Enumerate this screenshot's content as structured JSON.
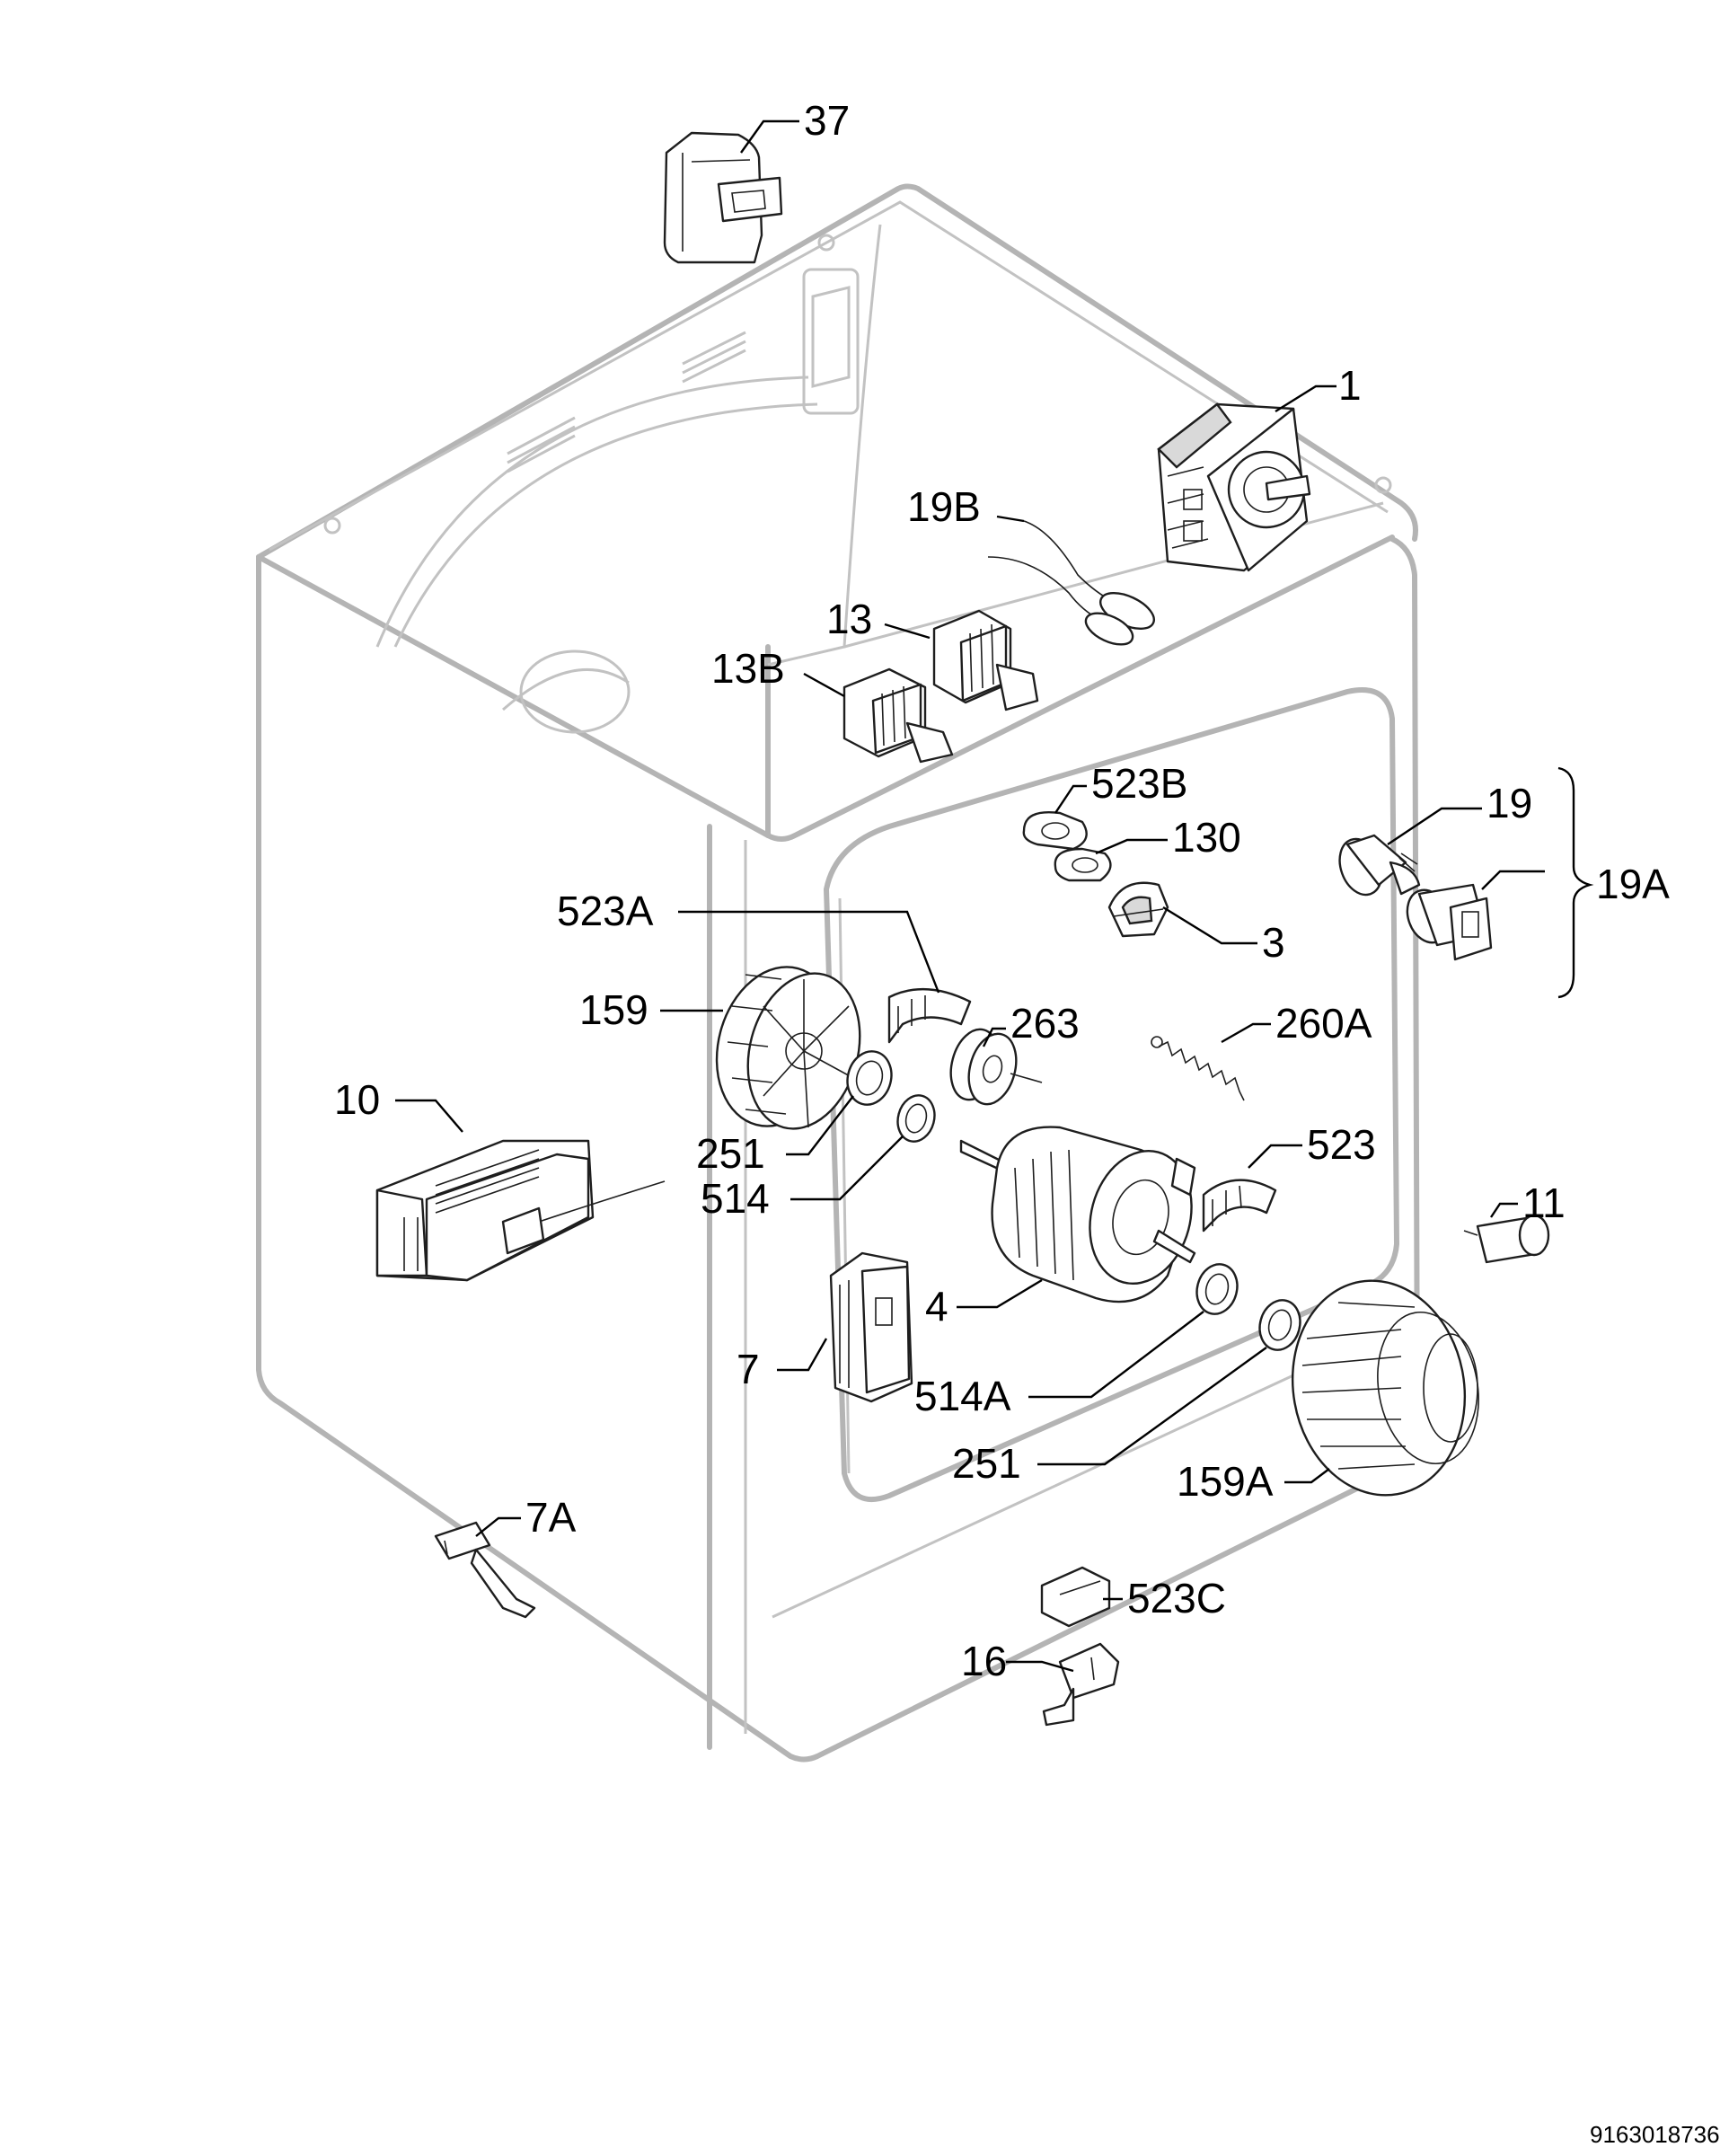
{
  "labels": {
    "p37": "37",
    "p1": "1",
    "p19B": "19B",
    "p13": "13",
    "p13B": "13B",
    "p523B": "523B",
    "p130": "130",
    "p19": "19",
    "p19A": "19A",
    "p3": "3",
    "p523A": "523A",
    "p159": "159",
    "p263": "263",
    "p260A": "260A",
    "p10": "10",
    "p251a": "251",
    "p514": "514",
    "p523": "523",
    "p11": "11",
    "p4": "4",
    "p7": "7",
    "p514A": "514A",
    "p251b": "251",
    "p159A": "159A",
    "p7A": "7A",
    "p523C": "523C",
    "p16": "16"
  },
  "document_number": "9163018736"
}
